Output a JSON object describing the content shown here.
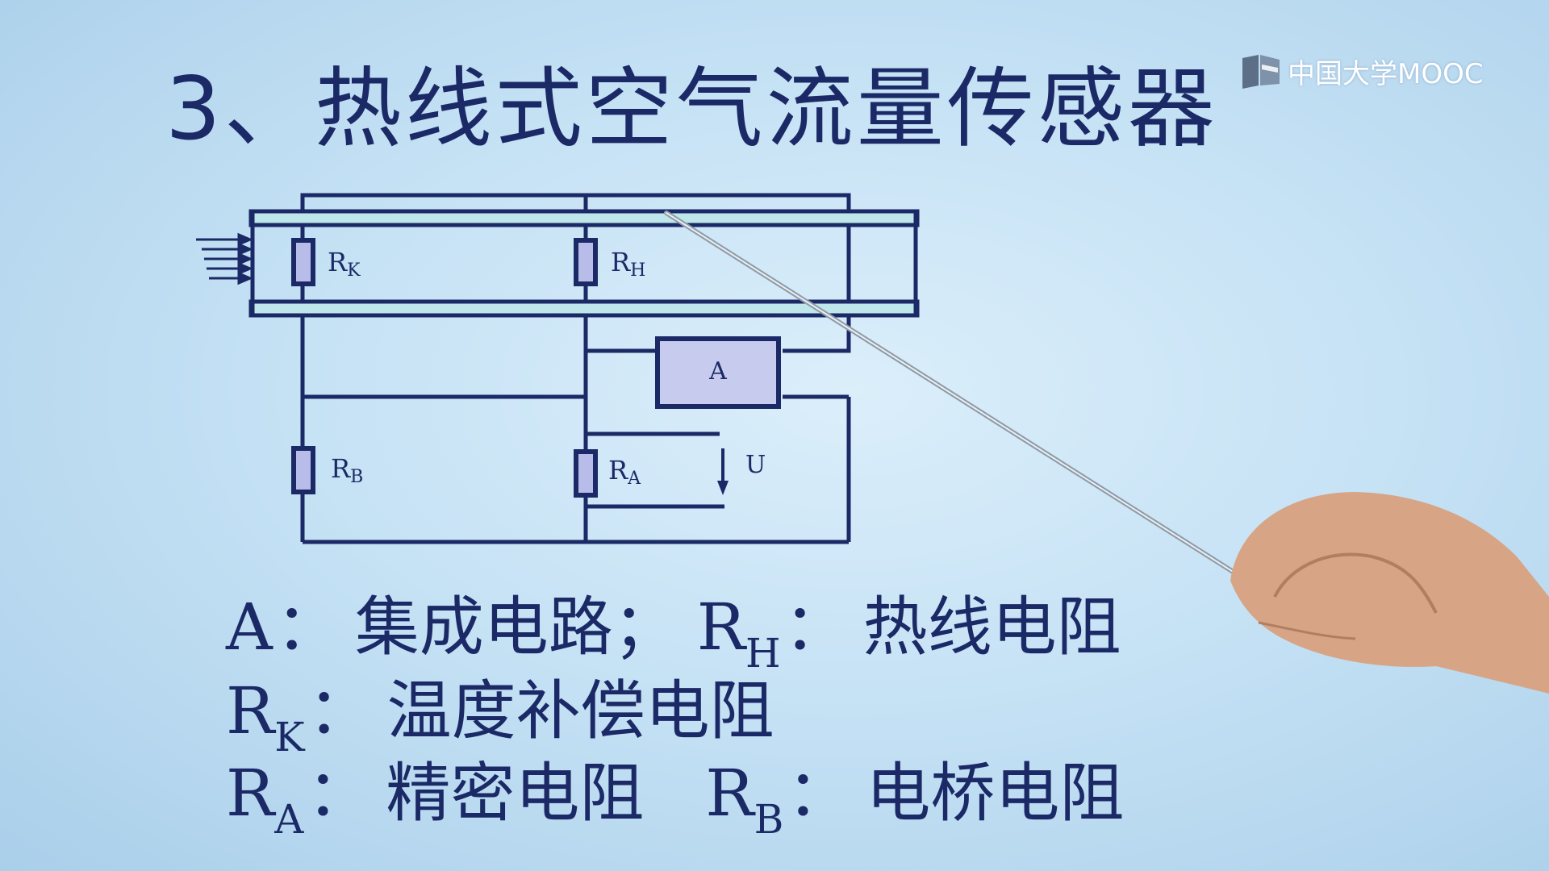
{
  "title": "3、热线式空气流量传感器",
  "logo": {
    "text": "中国大学MOOC",
    "icon": "mooc-book-icon"
  },
  "colors": {
    "ink": "#1b2a66",
    "pipe_fill": "#bfe6ea",
    "resistor_fill": "#b8bce8",
    "box_fill": "#c7cbee"
  },
  "diagram": {
    "airflow_icon": "airflow-arrows-icon",
    "resistors": [
      {
        "id": "rk",
        "symbol": "R",
        "sub": "K"
      },
      {
        "id": "rh",
        "symbol": "R",
        "sub": "H"
      },
      {
        "id": "rb",
        "symbol": "R",
        "sub": "B"
      },
      {
        "id": "ra",
        "symbol": "R",
        "sub": "A"
      }
    ],
    "box_label": "A",
    "voltage_label": "U"
  },
  "legend": {
    "line1": [
      {
        "sym": "A",
        "sub": "",
        "desc": "集成电路；"
      },
      {
        "sym": "R",
        "sub": "H",
        "desc": "热线电阻"
      }
    ],
    "line2": [
      {
        "sym": "R",
        "sub": "K",
        "desc": "温度补偿电阻"
      }
    ],
    "line3": [
      {
        "sym": "R",
        "sub": "A",
        "desc": "精密电阻"
      },
      {
        "sym": "R",
        "sub": "B",
        "desc": "电桥电阻"
      }
    ],
    "colon": "："
  }
}
